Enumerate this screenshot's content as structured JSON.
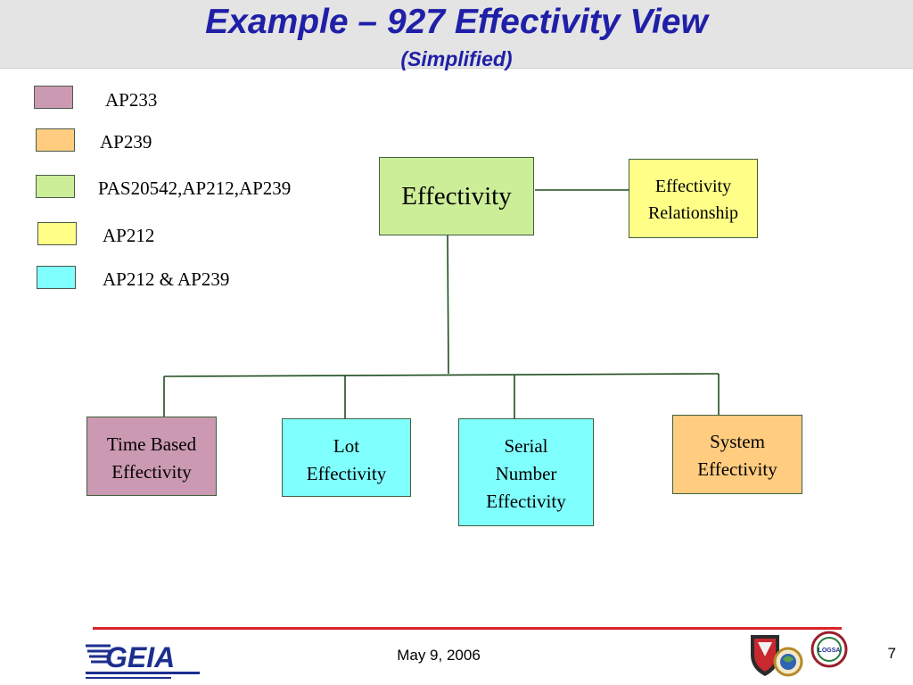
{
  "header": {
    "title": "Example – 927 Effectivity View",
    "subtitle": "(Simplified)"
  },
  "legend": [
    {
      "label": "AP233",
      "color": "#cc99b3"
    },
    {
      "label": "AP239",
      "color": "#ffcc80"
    },
    {
      "label": "PAS20542,AP212,AP239",
      "color": "#ccee99"
    },
    {
      "label": "AP212",
      "color": "#ffff88"
    },
    {
      "label": "AP212 & AP239",
      "color": "#80ffff"
    }
  ],
  "nodes": {
    "effectivity": {
      "label": "Effectivity",
      "color": "#ccee99"
    },
    "effectivity_relationship": {
      "line1": "Effectivity",
      "line2": "Relationship",
      "color": "#ffff88"
    },
    "time_based": {
      "line1": "Time Based",
      "line2": "Effectivity",
      "color": "#cc99b3"
    },
    "lot": {
      "line1": "Lot",
      "line2": "Effectivity",
      "color": "#80ffff"
    },
    "serial_number": {
      "line1": "Serial",
      "line2": "Number",
      "line3": "Effectivity",
      "color": "#80ffff"
    },
    "system": {
      "line1": "System",
      "line2": "Effectivity",
      "color": "#ffcc80"
    }
  },
  "footer": {
    "date": "May 9, 2006",
    "page_number": "7",
    "logo_left_text": "GEIA",
    "logo_right_text": "LOGSA",
    "rule_color": "#d8242a"
  }
}
